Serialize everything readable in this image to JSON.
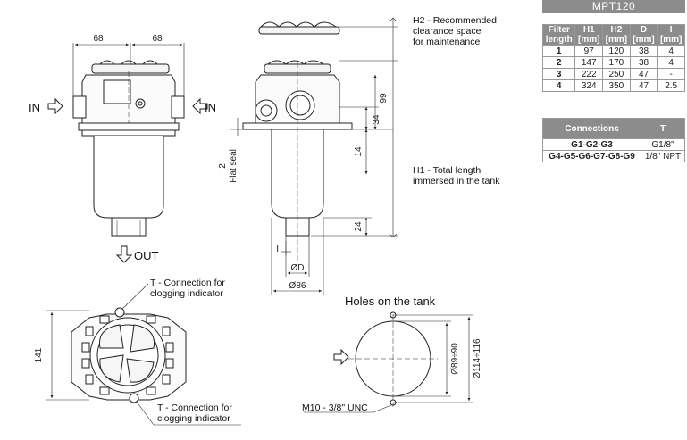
{
  "model": "MPT120",
  "sizes_table": {
    "headers": [
      [
        "Filter",
        "length"
      ],
      [
        "H1",
        "[mm]"
      ],
      [
        "H2",
        "[mm]"
      ],
      [
        "D",
        "[mm]"
      ],
      [
        "I",
        "[mm]"
      ]
    ],
    "rows": [
      [
        "1",
        "97",
        "120",
        "38",
        "4"
      ],
      [
        "2",
        "147",
        "170",
        "38",
        "4"
      ],
      [
        "3",
        "222",
        "250",
        "47",
        "-"
      ],
      [
        "4",
        "324",
        "350",
        "47",
        "2.5"
      ]
    ]
  },
  "connections_table": {
    "headers": [
      "Connections",
      "T"
    ],
    "rows": [
      [
        "G1-G2-G3",
        "G1/8\""
      ],
      [
        "G4-G5-G6-G7-G8-G9",
        "1/8\" NPT"
      ]
    ]
  },
  "front_view": {
    "dim_left": "68",
    "dim_right": "68",
    "in_left": "IN",
    "in_right": "IN",
    "out": "OUT"
  },
  "side_view": {
    "h2_note": [
      "H2 - Recommended",
      "clearance space",
      "for maintenance"
    ],
    "h1_note": [
      "H1 - Total length",
      "immersed in the tank"
    ],
    "dim_99": "99",
    "dim_34": "34",
    "dim_14": "14",
    "dim_24": "24",
    "flat_seal": [
      "2",
      "Flat seal"
    ],
    "dim_I": "I",
    "dim_D": "ØD",
    "dim_86": "Ø86"
  },
  "top_view": {
    "dim_141": "141",
    "conn_top": [
      "T - Connection for",
      "clogging indicator"
    ],
    "conn_bottom": [
      "T - Connection for",
      "clogging indicator"
    ]
  },
  "tank_holes": {
    "title": "Holes on the tank",
    "dim_inner": "Ø89÷90",
    "dim_outer": "Ø114÷116",
    "screw": "M10 - 3/8\" UNC"
  }
}
